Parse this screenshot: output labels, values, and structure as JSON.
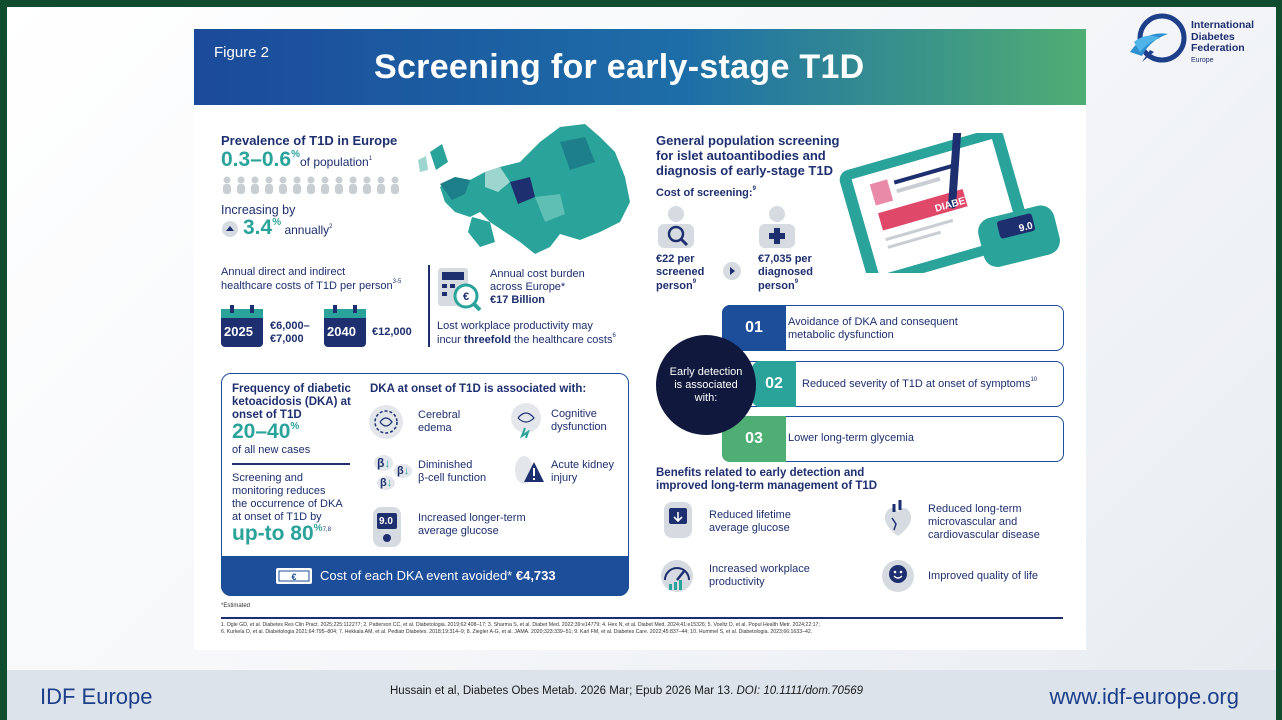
{
  "colors": {
    "navy": "#1d2f6f",
    "teal": "#2aa39a",
    "banner_start": "#1b4a9a",
    "banner_end": "#4fae73",
    "dark_circle": "#10193d"
  },
  "logo": {
    "name": "International Diabetes Federation",
    "line1": "International",
    "line2": "Diabetes",
    "line3": "Federation",
    "region": "Europe"
  },
  "banner": {
    "figure": "Figure 2",
    "title": "Screening for early-stage T1D"
  },
  "prevalence": {
    "heading": "Prevalence of T1D in Europe",
    "range": "0.3–0.6",
    "pct": "%",
    "of_pop": "of population",
    "ref1": "1",
    "increasing": "Increasing by",
    "rate": "3.4",
    "rate_pct": "%",
    "annually": "annually",
    "ref2": "2"
  },
  "costs": {
    "annual_direct": "Annual direct and indirect",
    "annual_direct2": "healthcare costs of T1D per person",
    "ref35": "3-5",
    "y2025": "2025",
    "c2025a": "€6,000–",
    "c2025b": "€7,000",
    "y2040": "2040",
    "c2040": "€12,000",
    "burden1": "Annual cost burden",
    "burden2": "across Europe*",
    "burden_value": "€17 Billion",
    "lost1": "Lost workplace productivity may",
    "lost2a": "incur",
    "lost2b": "threefold",
    "lost2c": "the healthcare costs",
    "ref6": "6"
  },
  "dka": {
    "freq1": "Frequency of diabetic",
    "freq2": "ketoacidosis (DKA) at",
    "freq3": "onset of T1D",
    "range": "20–40",
    "pct": "%",
    "all_new": "of all new cases",
    "screen1": "Screening and",
    "screen2": "monitoring reduces",
    "screen3": "the occurrence of DKA",
    "screen4": "at onset of T1D by",
    "upto": "up-to 80",
    "upto_pct": "%",
    "ref78": "7,8",
    "assoc": "DKA at onset of T1D is associated with:",
    "a1a": "Cerebral",
    "a1b": "edema",
    "a2a": "Cognitive",
    "a2b": "dysfunction",
    "a3a": "Diminished",
    "a3b": "β-cell function",
    "a4a": "Acute kidney",
    "a4b": "injury",
    "a5a": "Increased longer-term",
    "a5b": "average glucose",
    "meter": "9.0",
    "cost_line": "Cost of each DKA event avoided*",
    "cost_value": "€4,733",
    "beta": "β"
  },
  "screening": {
    "h1": "General population screening",
    "h2": "for islet autoantibodies and",
    "h3": "diagnosis of early-stage T1D",
    "cost_head": "Cost of screening:",
    "ref9": "9",
    "s1a": "€22 per",
    "s1b": "screened",
    "s1c": "person",
    "s2a": "€7,035 per",
    "s2b": "diagnosed",
    "s2c": "person",
    "clip_label": "DIABETES",
    "meter": "9.0"
  },
  "early": {
    "circle1": "Early detection",
    "circle2": "is associated",
    "circle3": "with:",
    "n1": "01",
    "b1a": "Avoidance of DKA and consequent",
    "b1b": "metabolic dysfunction",
    "n2": "02",
    "b2": "Reduced severity of T1D at onset of symptoms",
    "ref10": "10",
    "n3": "03",
    "b3": "Lower long-term glycemia"
  },
  "benefits": {
    "h1": "Benefits related to early detection and",
    "h2": "improved long-term management of T1D",
    "i1a": "Reduced lifetime",
    "i1b": "average glucose",
    "i2a": "Reduced long-term",
    "i2b": "microvascular and",
    "i2c": "cardiovascular disease",
    "i3a": "Increased workplace",
    "i3b": "productivity",
    "i4": "Improved quality of life"
  },
  "footnotes": {
    "estimated": "*Estimated",
    "refs1": "1. Ogle GD, et al. Diabetes Res Clin Pract. 2025;225:112277; 2. Patterson CC, et al. Diabetologia. 2019;62:408–17; 3. Sharma S, et al. Diabet Med. 2022;39:e14779; 4. Hex N, et al. Diabet Med. 2024;41:e15326; 5. Voeltz D, et al. Popul Health Metr. 2024;22:17;",
    "refs2": "6. Kurkela O, et al. Diabetologia 2021;64:795–804; 7. Hekkala AM, et al. Pediatr Diabetes. 2018;19:314–9; 8. Ziegler A-G, et al. JAMA. 2020;323:339–51; 9. Karl FM, et al. Diabetes Care. 2022;45:837–44; 10. Hummel S, et al. Diabetologia. 2023;66:1633–42."
  },
  "footer": {
    "left": "IDF Europe",
    "citation": "Hussain et al, Diabetes Obes Metab. 2026 Mar; Epub 2026 Mar 13.",
    "doi": "DOI: 10.1111/dom.70569",
    "right": "www.idf-europe.org"
  }
}
